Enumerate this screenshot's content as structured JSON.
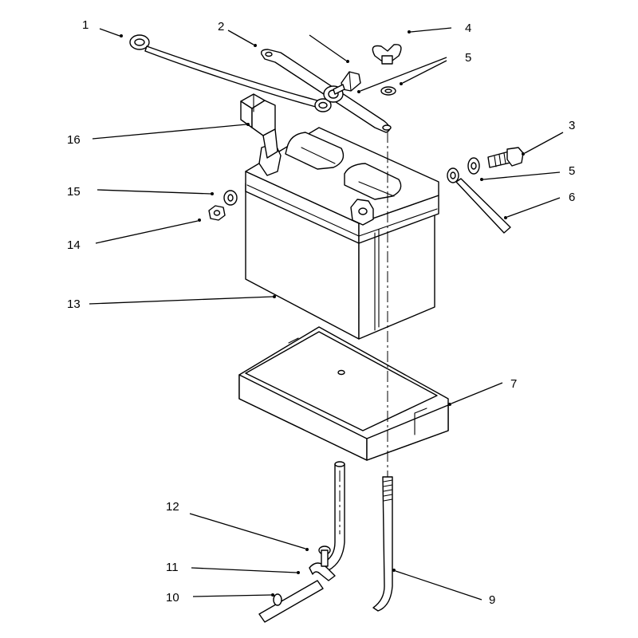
{
  "callouts": {
    "c1": "1",
    "c2": "2",
    "c3": "3",
    "c4": "4",
    "c5a": "5",
    "c5b": "5",
    "c6": "6",
    "c7": "7",
    "c9": "9",
    "c10": "10",
    "c11": "11",
    "c12": "12",
    "c13": "13",
    "c14": "14",
    "c15": "15",
    "c16": "16"
  }
}
